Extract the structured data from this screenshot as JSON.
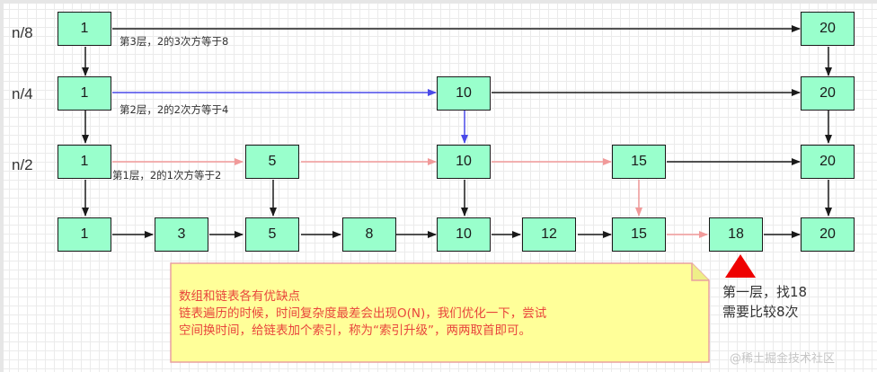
{
  "diagram": {
    "levels": {
      "l3": "n/8",
      "l2": "n/4",
      "l1": "n/2"
    },
    "captions": {
      "l3": "第3层，2的3次方等于8",
      "l2": "第2层，2的2次方等于4",
      "l1": "第1层，2的1次方等于2"
    },
    "nodes": {
      "l3": [
        "1",
        "20"
      ],
      "l2": [
        "1",
        "10",
        "20"
      ],
      "l1": [
        "1",
        "5",
        "10",
        "15",
        "20"
      ],
      "l0": [
        "1",
        "3",
        "5",
        "8",
        "10",
        "12",
        "15",
        "18",
        "20"
      ]
    },
    "colors": {
      "node_fill": "#99ffcc",
      "node_border": "#1a1a1a",
      "arrow_default": "#1a1a1a",
      "arrow_blue": "#4a4ae8",
      "arrow_pink": "#f19a9a",
      "marker_red": "#ee0000",
      "note_fill": "#ffff99",
      "note_border": "#e8a0a0",
      "note_text": "#e8453c"
    }
  },
  "note": {
    "lines": [
      "数组和链表各有优缺点",
      "链表遍历的时候，时间复杂度最差会出现O(N)，我们优化一下，尝试",
      "空间换时间，给链表加个索引，称为“索引升级”，两两取首即可。"
    ]
  },
  "result": {
    "lines": [
      "第一层，找18",
      "需要比较8次"
    ]
  },
  "watermark": {
    "text": "@稀土掘金技术社区"
  }
}
